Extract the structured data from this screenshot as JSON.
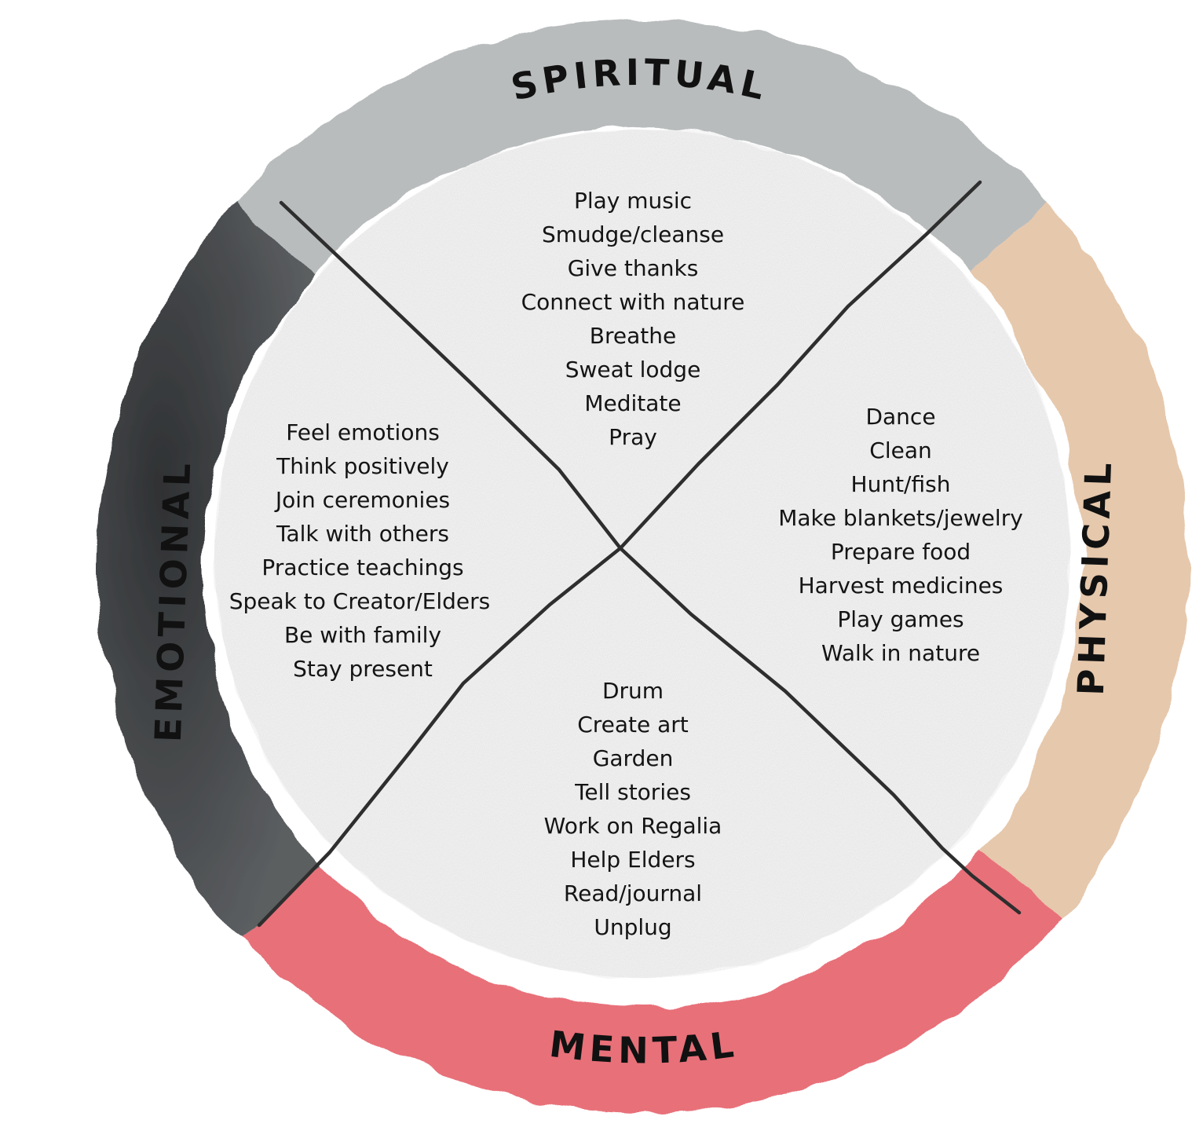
{
  "colors": {
    "spiritual": "#b9bcbd",
    "physical": "#e6c8ac",
    "mental": "#e86f79",
    "emotional": "#5b5e61",
    "center": "#f6f6f6",
    "lines": "#2e2e2e",
    "text": "#141414"
  },
  "quadrants": {
    "spiritual": {
      "label": "SPIRITUAL",
      "items": [
        "Play music",
        "Smudge/cleanse",
        "Give thanks",
        "Connect with nature",
        "Breathe",
        "Sweat lodge",
        "Meditate",
        "Pray"
      ]
    },
    "physical": {
      "label": "PHYSICAL",
      "items": [
        "Dance",
        "Clean",
        "Hunt/fish",
        "Make blankets/jewelry",
        "Prepare food",
        "Harvest medicines",
        "Play games",
        "Walk in nature"
      ]
    },
    "mental": {
      "label": "MENTAL",
      "items": [
        "Drum",
        "Create art",
        "Garden",
        "Tell stories",
        "Work on Regalia",
        "Help Elders",
        "Read/journal",
        "Unplug"
      ]
    },
    "emotional": {
      "label": "EMOTIONAL",
      "items": [
        "Feel emotions",
        "Think positively",
        "Join ceremonies",
        "Talk with others",
        "Practice teachings",
        "Speak to Creator/Elders",
        "Be with family",
        "Stay present"
      ]
    }
  }
}
